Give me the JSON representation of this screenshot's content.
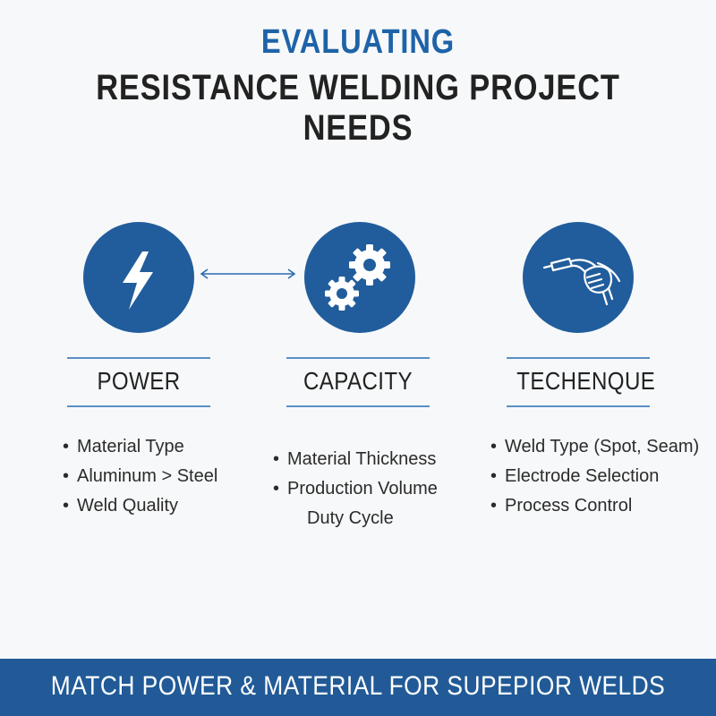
{
  "title": {
    "line1": "EVALUATING",
    "line2": "RESISTANCE WELDING PROJECT NEEDS"
  },
  "colors": {
    "accent": "#215d9c",
    "footer": "#215a97",
    "rule": "#5b8fc4"
  },
  "columns": [
    {
      "icon": "lightning-bolt-icon",
      "heading": "POWER",
      "bullets": [
        "Material Type",
        "Aluminum > Steel",
        "Weld Quality"
      ]
    },
    {
      "icon": "gears-icon",
      "heading": "CAPACITY",
      "bullets": [
        "Material Thickness",
        "Production Volume"
      ],
      "continuation": "Duty Cycle"
    },
    {
      "icon": "welding-torch-hand-icon",
      "heading": "TECHENQUE",
      "bullets": [
        "Weld Type (Spot, Seam)",
        "Electrode Selection",
        "Process Control"
      ]
    }
  ],
  "footer": {
    "text": "MATCH POWER & MATERIAL FOR SUPEPIOR WELDS"
  }
}
